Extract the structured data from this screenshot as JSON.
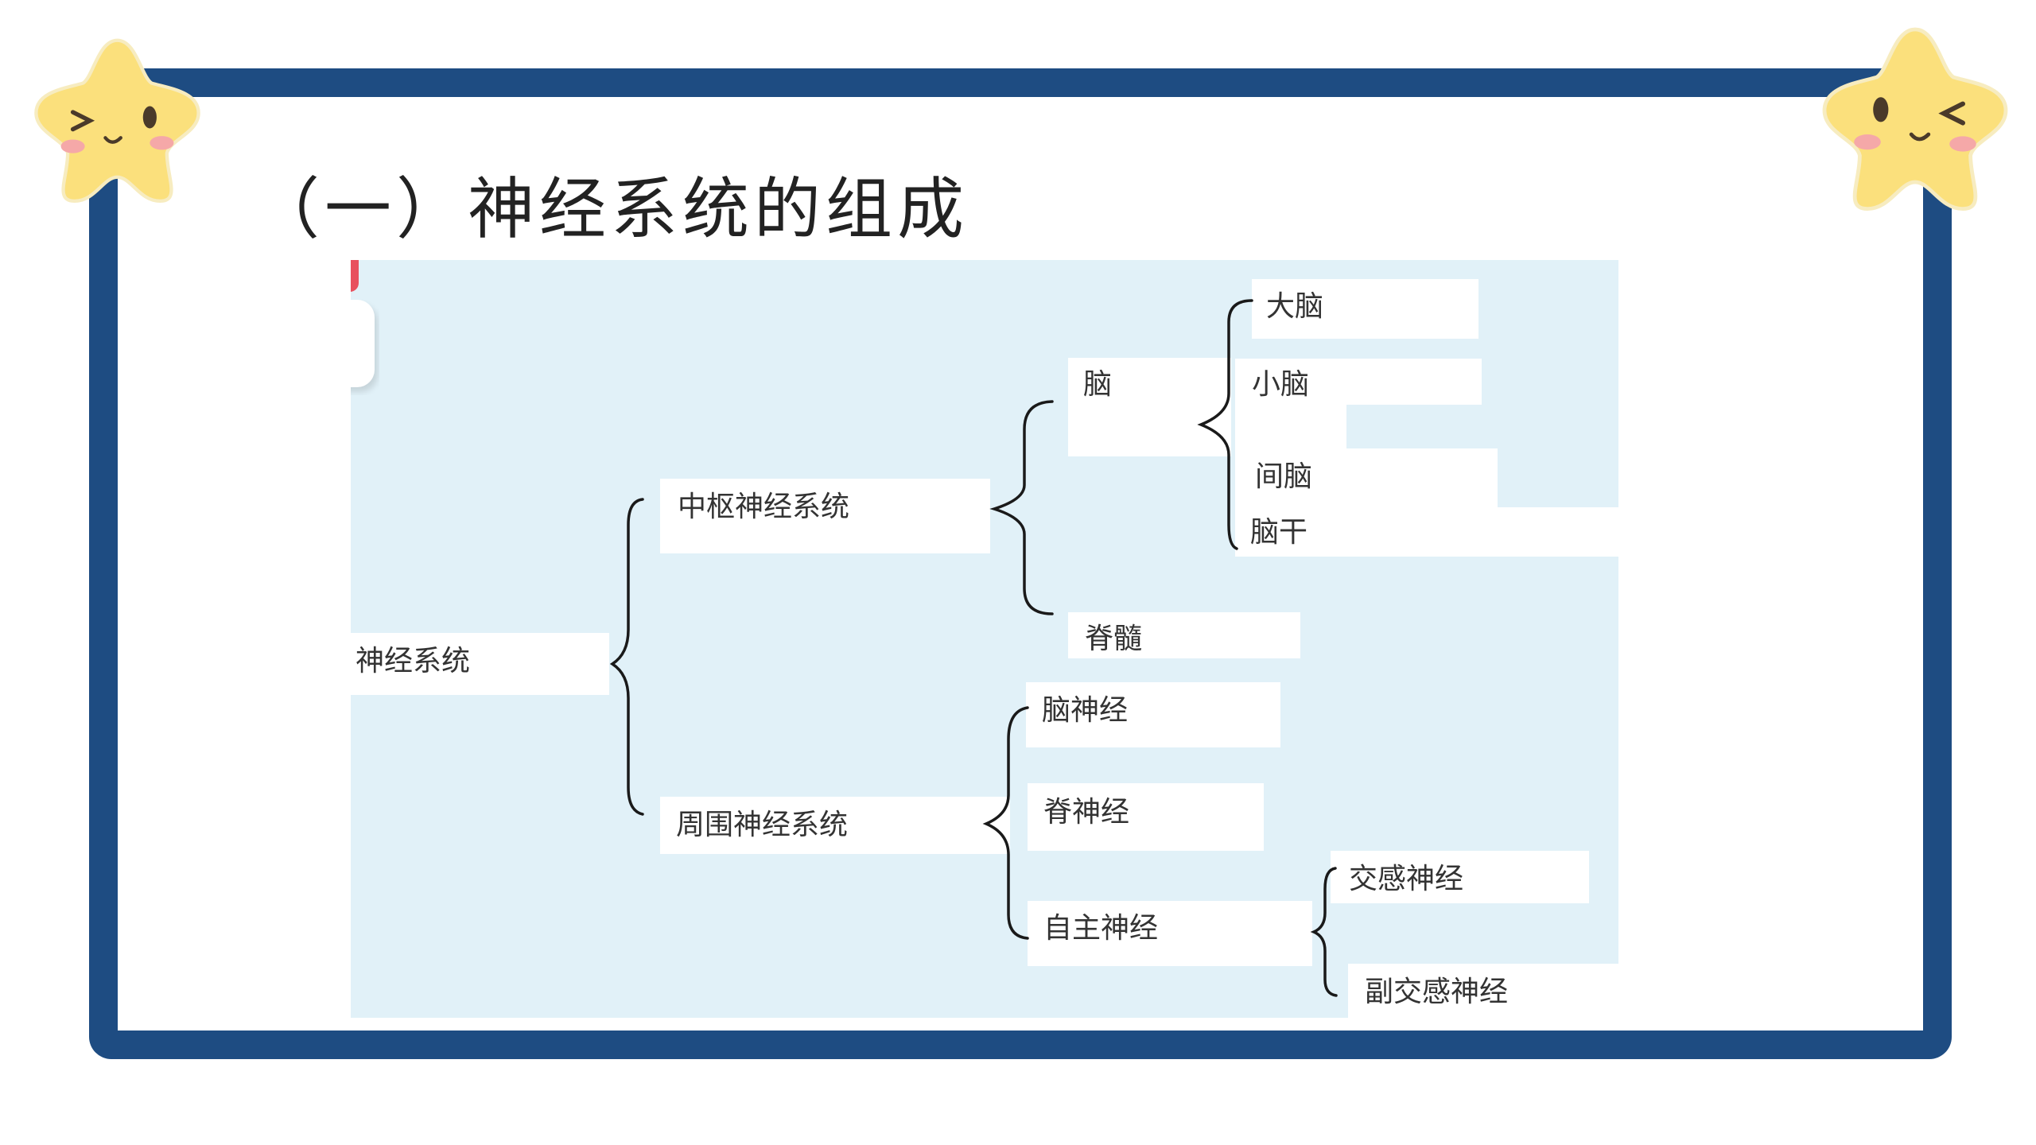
{
  "slide": {
    "title": "（一）神经系统的组成",
    "frame_color": "#1e4c82",
    "panel_color": "#e1f1f8",
    "star_color": "#fbe07c",
    "cheek_color": "#f5a8a8"
  },
  "diagram": {
    "root": "神经系统",
    "central": "中枢神经系统",
    "peripheral": "周围神经系统",
    "brain": "脑",
    "spinal_cord": "脊髓",
    "cerebrum": "大脑",
    "cerebellum": "小脑",
    "diencephalon": "间脑",
    "brainstem": "脑干",
    "cranial_nerves": "脑神经",
    "spinal_nerves": "脊神经",
    "autonomic": "自主神经",
    "sympathetic": "交感神经",
    "parasympathetic": "副交感神经"
  },
  "decorations": {
    "left_star": "winking-star-face",
    "right_star": "winking-star-face"
  }
}
